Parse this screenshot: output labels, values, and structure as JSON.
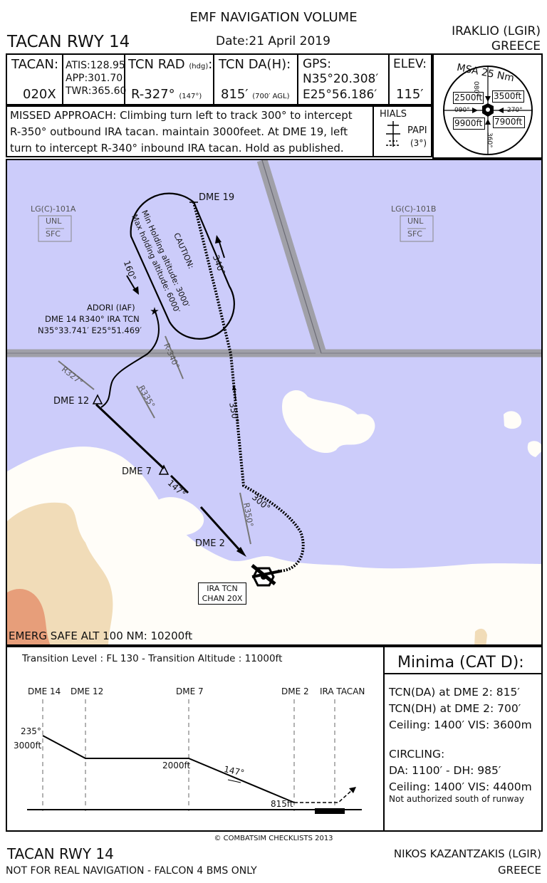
{
  "header": {
    "volume": "EMF NAVIGATION VOLUME",
    "title": "TACAN RWY 14",
    "date_label": "Date:",
    "date": "21 April 2019",
    "airport": "IRAKLIO (LGIR)",
    "country": "GREECE"
  },
  "info": {
    "tacan_label": "TACAN:",
    "tacan_value": "020X",
    "atis": "ATIS:128.95",
    "app": "APP:301.70",
    "twr": "TWR:365.60",
    "tcn_rad_label": "TCN RAD",
    "tcn_rad_hdg": "(hdg)",
    "tcn_rad_colon": ":",
    "tcn_rad_value": "R-327°",
    "tcn_rad_sub": "(147°)",
    "tcn_da_label": "TCN DA(H):",
    "tcn_da_value": "815′",
    "tcn_da_sub": "(700′ AGL)",
    "gps_label": "GPS:",
    "gps_n": "N35°20.308′",
    "gps_e": "E25°56.186′",
    "elev_label": "ELEV:",
    "elev_value": "115′"
  },
  "msa": {
    "title": "MSA 25 Nm",
    "nw": "2500ft",
    "ne": "3500ft",
    "sw": "9900ft",
    "se": "7900ft",
    "b080": "080°",
    "b090": "090°",
    "b270": "270°",
    "b360": "360°"
  },
  "missed": {
    "line1": "MISSED APPROACH: Climbing turn left to track 300° to intercept",
    "line2": "R-350° outbound IRA tacan. maintain 3000feet. At DME 19, left",
    "line3": "turn to intercept R-340° inbound IRA tacan. Hold as published.",
    "hials": "HIALS",
    "papi": "PAPI",
    "papi_angle": "(3°)"
  },
  "map": {
    "colors": {
      "water": "#ccccfa",
      "land": "#fffdf8",
      "terrain": "#f1dcb8",
      "high": "#e79e7a",
      "airway": "#a0a0a8"
    },
    "zone_a": "LG(C)-101A",
    "zone_b": "LG(C)-101B",
    "unl": "UNL",
    "sfc": "SFC",
    "dme19": "DME 19",
    "hdg340": "340°",
    "hdg160": "160°",
    "caution1": "CAUTION:",
    "caution2": "Min Holding altitude: 3000′",
    "caution3": "Max holding altitude: 6000′",
    "adori1": "ADORI (IAF)",
    "adori2": "DME 14 R340° IRA TCN",
    "adori3": "N35°33.741′ E25°51.469′",
    "r340": "R-340°",
    "r327": "R327°",
    "r335": "R335°",
    "r350": "R350°",
    "hdg350": "350°",
    "hdg300": "300°",
    "hdg147": "147°",
    "dme12": "DME 12",
    "dme7": "DME 7",
    "dme2": "DME 2",
    "tcn1": "IRA TCN",
    "tcn2": "CHAN 20X",
    "emerg": "EMERG SAFE ALT 100 NM: 10200ft"
  },
  "profile": {
    "transition": "Transition Level : FL 130  -  Transition Altitude : 11000ft",
    "dme14": "DME 14",
    "dme12": "DME 12",
    "dme7": "DME 7",
    "dme2": "DME 2",
    "ira": "IRA TACAN",
    "a235": "235°",
    "a3000": "3000ft",
    "a2000": "2000ft",
    "h147": "147°",
    "a815": "815ft"
  },
  "minima": {
    "title": "Minima (CAT D):",
    "l1": "TCN(DA) at DME 2: 815′",
    "l2": "TCN(DH) at DME 2: 700′",
    "l3": "Ceiling: 1400′ VIS: 3600m",
    "l4": "CIRCLING:",
    "l5": "DA: 1100′ - DH: 985′",
    "l6": "Ceiling: 1400′ VIS: 4400m",
    "l7": "Not authorized south of runway"
  },
  "footer": {
    "copyright": "© COMBATSIM CHECKLISTS 2013",
    "title": "TACAN RWY 14",
    "disclaimer": "NOT FOR REAL NAVIGATION - FALCON 4 BMS ONLY",
    "airport": "NIKOS KAZANTZAKIS (LGIR)",
    "country": "GREECE"
  }
}
